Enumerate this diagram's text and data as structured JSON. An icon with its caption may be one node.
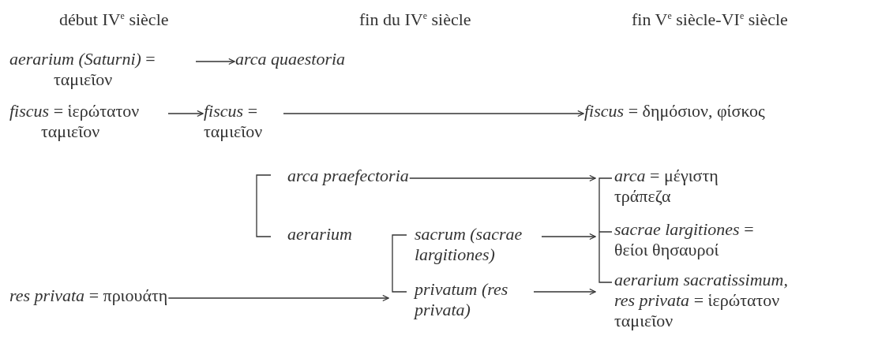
{
  "diagram": {
    "nodes": [
      {
        "text": [
          "*aerarium (Saturni)* = ταμιεῖον"
        ]
      },
      {
        "text": [
          "arca quaestoria"
        ]
      },
      {
        "text": [
          "*fiscus* = ἱερώτατον ταμιεῖον"
        ]
      },
      {
        "text": [
          "*fiscus* = ταμιεῖον"
        ]
      },
      {
        "text": [
          "*fiscus* = δημόσιον, φίσκος"
        ]
      },
      {
        "text": [
          "arca praefectoria"
        ]
      },
      {
        "text": [
          "aerarium"
        ]
      },
      {
        "text": [
          "sacrum (sacrae largitiones)"
        ]
      },
      {
        "text": [
          "privatum (res privata)"
        ]
      },
      {
        "text": [
          "*res privata* = πριουάτη"
        ]
      },
      {
        "text": [
          "*arca* = μέγιστη τράπεζα"
        ]
      },
      {
        "text": [
          "*sacrae largitiones* = θείοι θησαυροί"
        ]
      },
      {
        "text": [
          "*aerarium sacratissimum, res privata* = ἱερώτατον ταμιεῖον"
        ]
      }
    ],
    "edges": [
      {
        "from": 0,
        "to": 1,
        "arrow": "to"
      },
      {
        "from": 2,
        "to": 3,
        "arrow": "to"
      },
      {
        "from": 3,
        "to": 4,
        "arrow": "to"
      },
      {
        "from": 5,
        "to": 10,
        "arrow": "to"
      },
      {
        "from": 7,
        "to": 11,
        "arrow": "to"
      },
      {
        "from": 8,
        "to": 12,
        "arrow": "to"
      },
      {
        "from": 9,
        "to": 8,
        "arrow": "to"
      }
    ],
    "labels": [
      "début IV$^{e}$ siècle",
      "fin du IV$^{e}$ siècle",
      "fin V$^{e}$ siècle-VI$^{e}$ siècle"
    ]
  }
}
